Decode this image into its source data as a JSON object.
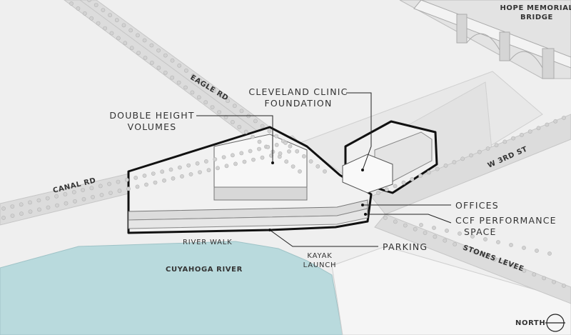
{
  "labels": {
    "hope_bridge_1": "HOPE MEMORIAL",
    "hope_bridge_2": "BRIDGE",
    "eagle_rd": "EAGLE RD",
    "canal_rd": "CANAL RD",
    "w_3rd_st": "W 3RD ST",
    "stones_levee": "STONES LEVEE",
    "cuyahoga_river": "CUYAHOGA RIVER",
    "river_walk": "RIVER WALK",
    "kayak_1": "KAYAK",
    "kayak_2": "LAUNCH",
    "north": "NORTH"
  },
  "callouts": {
    "clinic_1": "CLEVELAND CLINIC",
    "clinic_2": "FOUNDATION",
    "double_1": "DOUBLE HEIGHT",
    "double_2": "VOLUMES",
    "offices": "OFFICES",
    "ccf_1": "CCF PERFORMANCE",
    "ccf_2": "SPACE",
    "parking": "PARKING"
  },
  "colors": {
    "ground": "#efefef",
    "river": "#b9dadd",
    "road": "#dcdcdc",
    "outline": "#111111"
  }
}
